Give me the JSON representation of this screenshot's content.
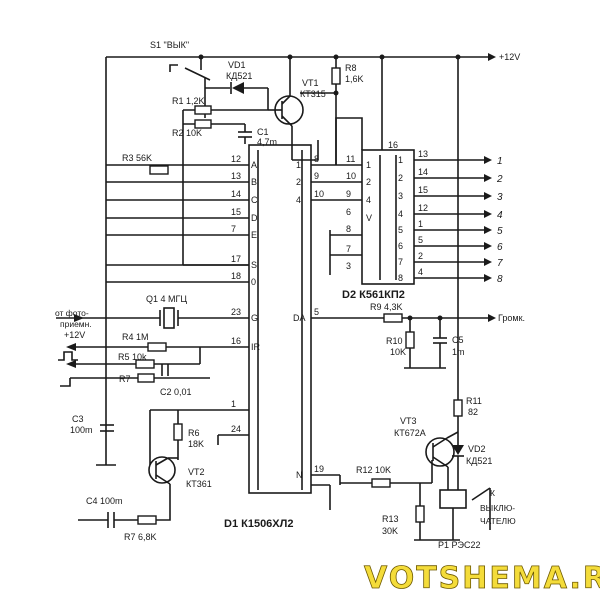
{
  "switch": {
    "label": "S1 \"ВЫК\""
  },
  "power": {
    "supply": "+12V"
  },
  "components": {
    "vd1": {
      "ref": "VD1",
      "value": "КД521"
    },
    "vt1": {
      "ref": "VT1",
      "value": "КТ315"
    },
    "r1": {
      "label": "R1 1,2K"
    },
    "r2": {
      "label": "R2 10K"
    },
    "c1": {
      "ref": "C1",
      "value": "4,7m"
    },
    "r8": {
      "ref": "R8",
      "value": "1,6K"
    },
    "r3": {
      "label": "R3 56K"
    },
    "q1": {
      "label": "Q1 4 МГЦ"
    },
    "r4": {
      "label": "R4 1M"
    },
    "r5": {
      "label": "R5 10k"
    },
    "r7b": {
      "label": "R7"
    },
    "c2": {
      "label": "C2 0,01"
    },
    "c3": {
      "ref": "C3",
      "value": "100m"
    },
    "r6": {
      "ref": "R6",
      "value": "18K"
    },
    "vt2": {
      "ref": "VT2",
      "value": "КТ361"
    },
    "c4": {
      "label": "C4 100m"
    },
    "r7": {
      "label": "R7 6,8K"
    },
    "r9": {
      "label": "R9 4,3K"
    },
    "r10": {
      "ref": "R10",
      "value": "10K"
    },
    "c5": {
      "ref": "C5",
      "value": "1m"
    },
    "r11": {
      "ref": "R11",
      "value": "82"
    },
    "vt3": {
      "ref": "VT3",
      "value": "КТ672А"
    },
    "vd2": {
      "ref": "VD2",
      "value": "КД521"
    },
    "r12": {
      "label": "R12 10K"
    },
    "r13": {
      "ref": "R13",
      "value": "30K"
    },
    "p1": {
      "label": "P1 РЭС22"
    }
  },
  "d1": {
    "label": "D1 К1506ХЛ2",
    "left_pins": [
      {
        "num": "12",
        "name": "A"
      },
      {
        "num": "13",
        "name": "B"
      },
      {
        "num": "14",
        "name": "C"
      },
      {
        "num": "15",
        "name": "D"
      },
      {
        "num": "7",
        "name": "E"
      },
      {
        "num": "17",
        "name": "S"
      },
      {
        "num": "18",
        "name": "0"
      },
      {
        "num": "23",
        "name": "G"
      },
      {
        "num": "16",
        "name": "IR"
      },
      {
        "num": "1",
        "name": ""
      },
      {
        "num": "24",
        "name": ""
      }
    ],
    "right_pins": [
      {
        "num": "8",
        "name": "1"
      },
      {
        "num": "9",
        "name": "2"
      },
      {
        "num": "10",
        "name": "4"
      },
      {
        "num": "5",
        "name": "DA"
      },
      {
        "num": "19",
        "name": "N"
      }
    ]
  },
  "d2": {
    "label": "D2 К561КП2",
    "top_pin": "16",
    "left_pins": [
      {
        "num": "11",
        "name": "1"
      },
      {
        "num": "10",
        "name": "2"
      },
      {
        "num": "9",
        "name": "4"
      },
      {
        "num": "6",
        "name": "V"
      },
      {
        "num": "8",
        "name": ""
      },
      {
        "num": "7",
        "name": ""
      },
      {
        "num": "3",
        "name": ""
      }
    ],
    "right_pins": [
      {
        "num": "13",
        "name": "1"
      },
      {
        "num": "14",
        "name": "2"
      },
      {
        "num": "15",
        "name": "3"
      },
      {
        "num": "12",
        "name": "4"
      },
      {
        "num": "1",
        "name": "5"
      },
      {
        "num": "5",
        "name": "6"
      },
      {
        "num": "2",
        "name": "7"
      },
      {
        "num": "4",
        "name": "8"
      }
    ],
    "outputs": [
      "1",
      "2",
      "3",
      "4",
      "5",
      "6",
      "7",
      "8"
    ]
  },
  "labels": {
    "photo_receiver": "от фото-\nприемн.",
    "plus12": "+12V",
    "loudspeaker": "Громк.",
    "to_switch": "К\nВЫКЛЮ-\nЧАТЕЛЮ"
  },
  "watermark": "VOTSHEMA.RU",
  "colors": {
    "ink": "#1a1a1a",
    "watermark_fill": "#f4dc3a",
    "watermark_stroke": "#6e5a00"
  }
}
